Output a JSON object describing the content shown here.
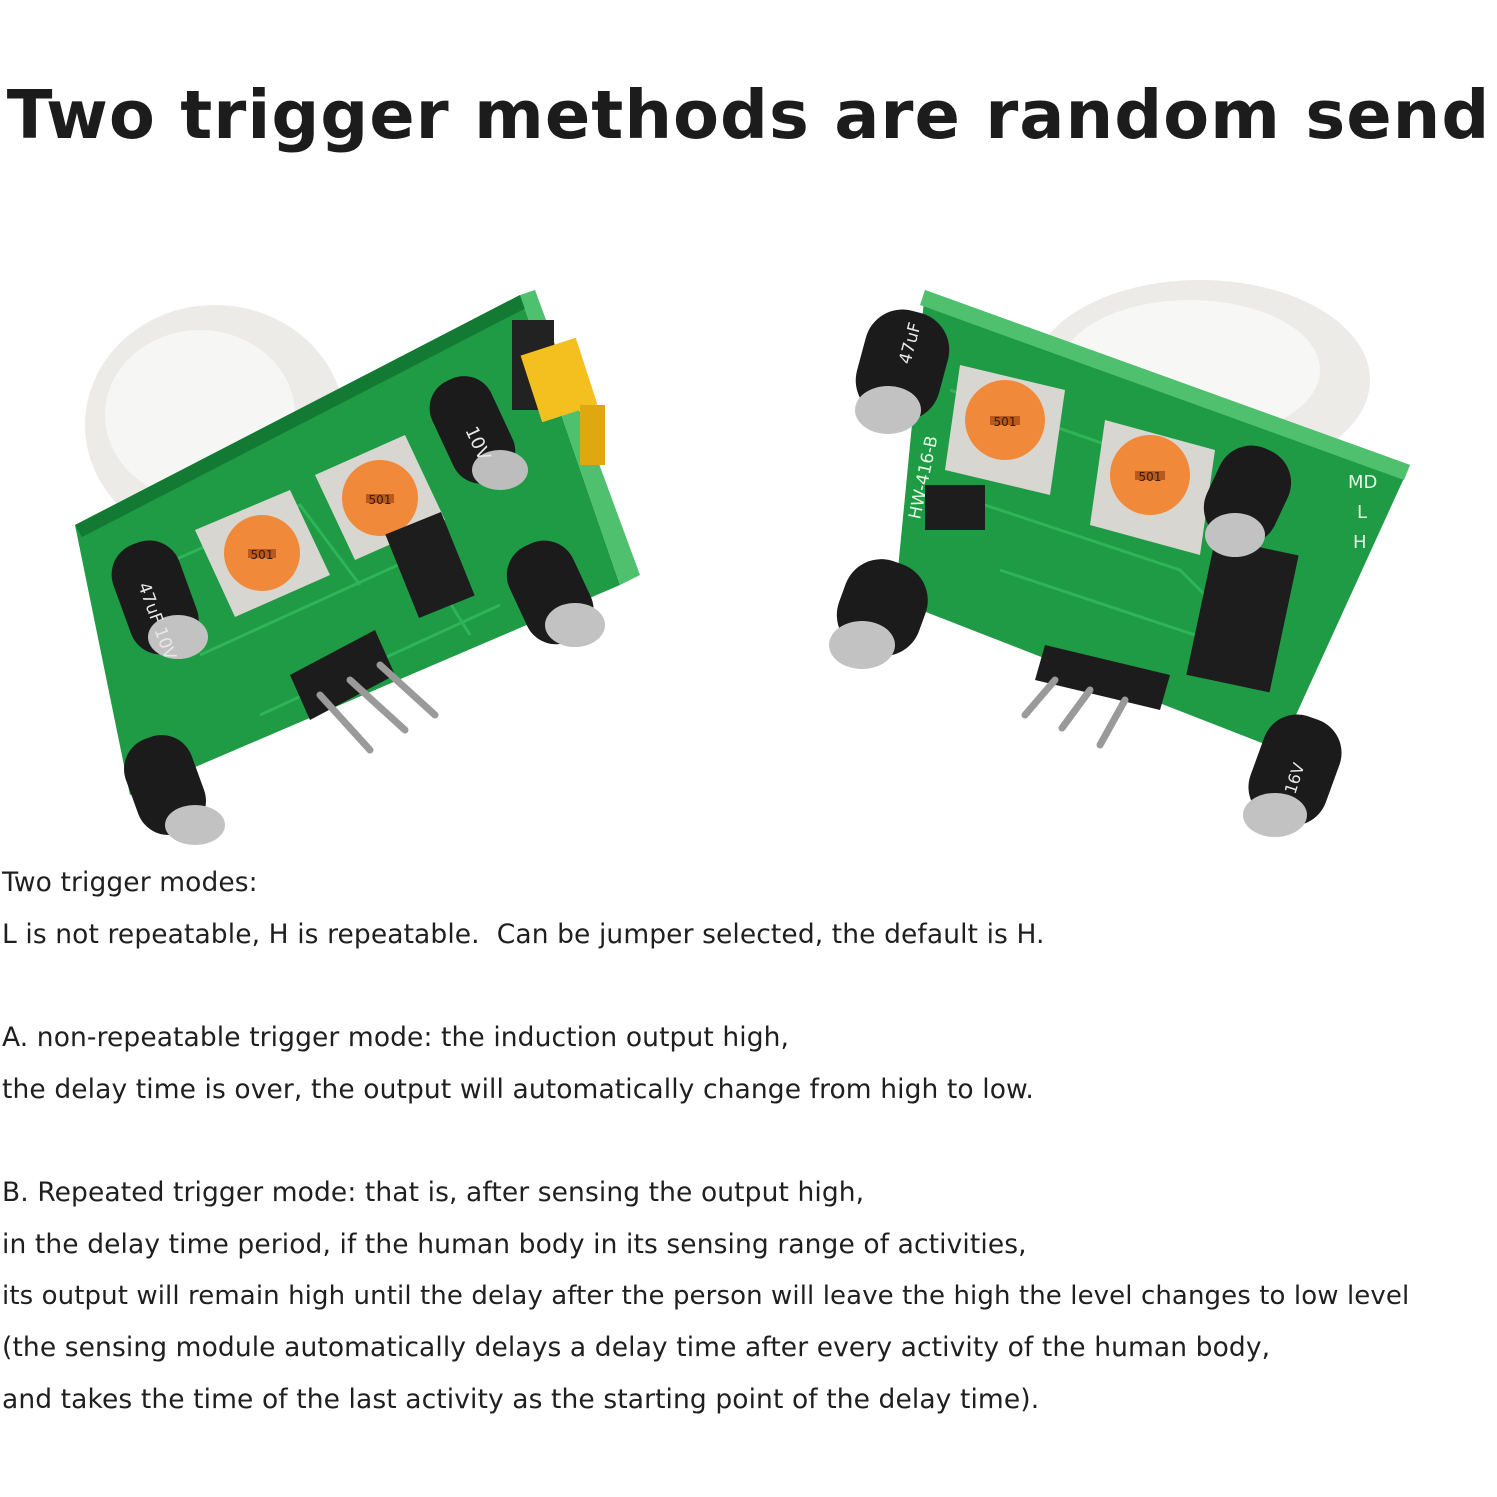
{
  "headline": "Two trigger methods are random send",
  "photos": {
    "left": {
      "subject": "PIR sensor module, angled view with jumper",
      "trimmer_label": "501",
      "capacitor_labels": [
        "10V",
        "47uF 10V"
      ]
    },
    "right": {
      "subject": "PIR sensor module HW-416-B, angled view",
      "board_label": "HW-416-B",
      "mode_labels": [
        "MD",
        "L",
        "H"
      ],
      "trimmer_label": "501",
      "capacitor_labels": [
        "47uF",
        "16V"
      ]
    }
  },
  "colors": {
    "pcb": "#1f9a45",
    "pcb_dark": "#137a33",
    "trimmer": "#f08a3a",
    "jumper": "#f4c020",
    "capacitor": "#1b1b1b"
  },
  "text": {
    "modes_heading": "Two trigger modes:",
    "modes_line": "L is not repeatable, H is repeatable.  Can be jumper selected, the default is H.",
    "a_line1": "A. non-repeatable trigger mode: the induction output high,",
    "a_line2": "the delay time is over, the output will automatically change from high to low.",
    "b_line1": "B. Repeated trigger mode: that is, after sensing the output high,",
    "b_line2": "in the delay time period, if the human body in its sensing range of activities,",
    "b_line3": "its output will remain high until the delay after the person will leave the high the level changes to low level",
    "b_line4": "(the sensing module automatically delays a delay time after every activity of the human body,",
    "b_line5": "and takes the time of the last activity as the starting point of the delay time)."
  }
}
